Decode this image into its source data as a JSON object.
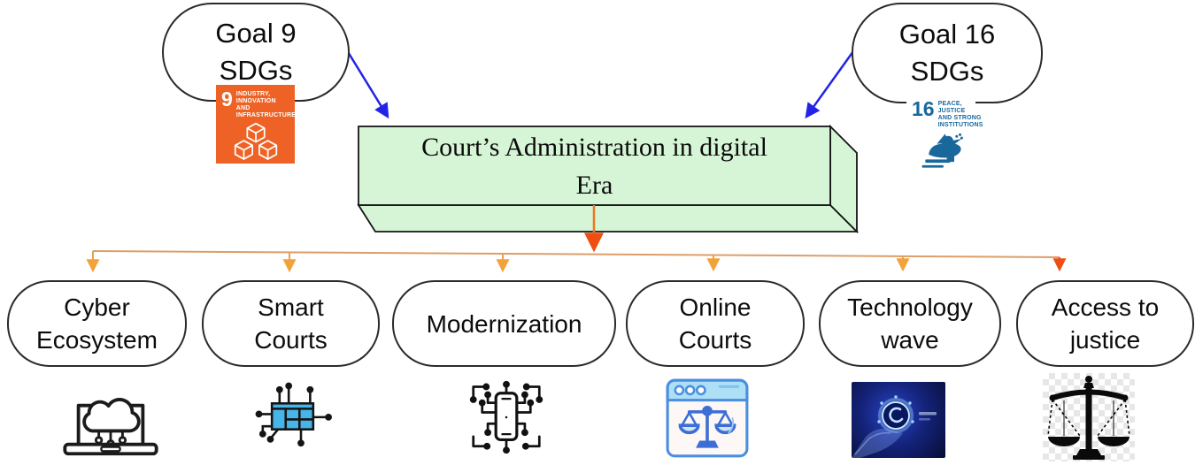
{
  "figure": {
    "center_box": {
      "line1": "Court’s Administration in digital",
      "line2": "Era"
    },
    "goals": [
      {
        "title": "Goal 9",
        "subtitle": "SDGs",
        "badge": {
          "number": "9",
          "caption_line1": "INDUSTRY, INNOVATION",
          "caption_line2": "AND INFRASTRUCTURE"
        }
      },
      {
        "title": "Goal 16",
        "subtitle": "SDGs",
        "badge": {
          "number": "16",
          "caption_line1": "PEACE, JUSTICE",
          "caption_line2": "AND STRONG",
          "caption_line3": "INSTITUTIONS"
        }
      }
    ],
    "branches": [
      {
        "line1": "Cyber",
        "line2": "Ecosystem",
        "icon": "cloud-computing-laptop-icon"
      },
      {
        "line1": "Smart",
        "line2": "Courts",
        "icon": "circuit-chip-icon"
      },
      {
        "line1": "Modernization",
        "line2": "",
        "icon": "digital-circuit-phone-icon"
      },
      {
        "line1": "Online",
        "line2": "Courts",
        "icon": "online-court-browser-icon"
      },
      {
        "line1": "Technology",
        "line2": "wave",
        "icon": "technology-hand-photo"
      },
      {
        "line1": "Access to",
        "line2": "justice",
        "icon": "justice-scales-icon"
      }
    ],
    "colors": {
      "center_box_fill": "#d6f5d6",
      "sdg9_orange": "#ee6325",
      "sdg16_blue": "#19689c",
      "blue_arrow": "#2323e8",
      "connector_line": "#dc9e6a",
      "amber_arrowhead": "#f2a23a",
      "red_arrowhead": "#f04d12",
      "chip_blue": "#47b5e8",
      "browser_blue": "#4a8ede"
    }
  }
}
